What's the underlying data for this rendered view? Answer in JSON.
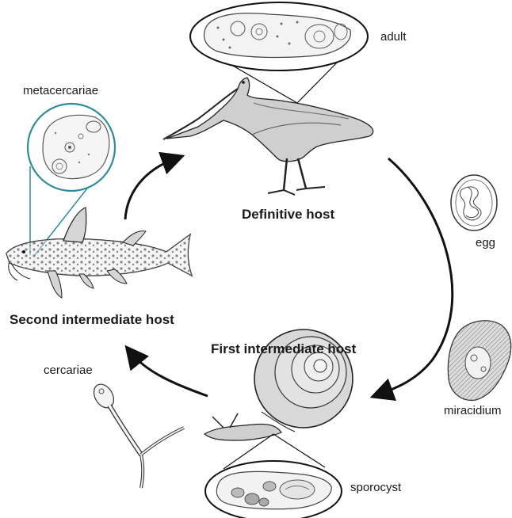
{
  "stage_labels": {
    "adult": "adult",
    "metacercariae": "metacercariae",
    "egg": "egg",
    "miracidium": "miracidium",
    "cercariae": "cercariae",
    "sporocyst": "sporocyst"
  },
  "host_labels": {
    "definitive": "Definitive host",
    "second_intermediate": "Second intermediate host",
    "first_intermediate": "First intermediate host"
  },
  "colors": {
    "ink": "#1a1a1a",
    "metacercariae_callout": "#2e8b9a",
    "background": "#ffffff"
  }
}
